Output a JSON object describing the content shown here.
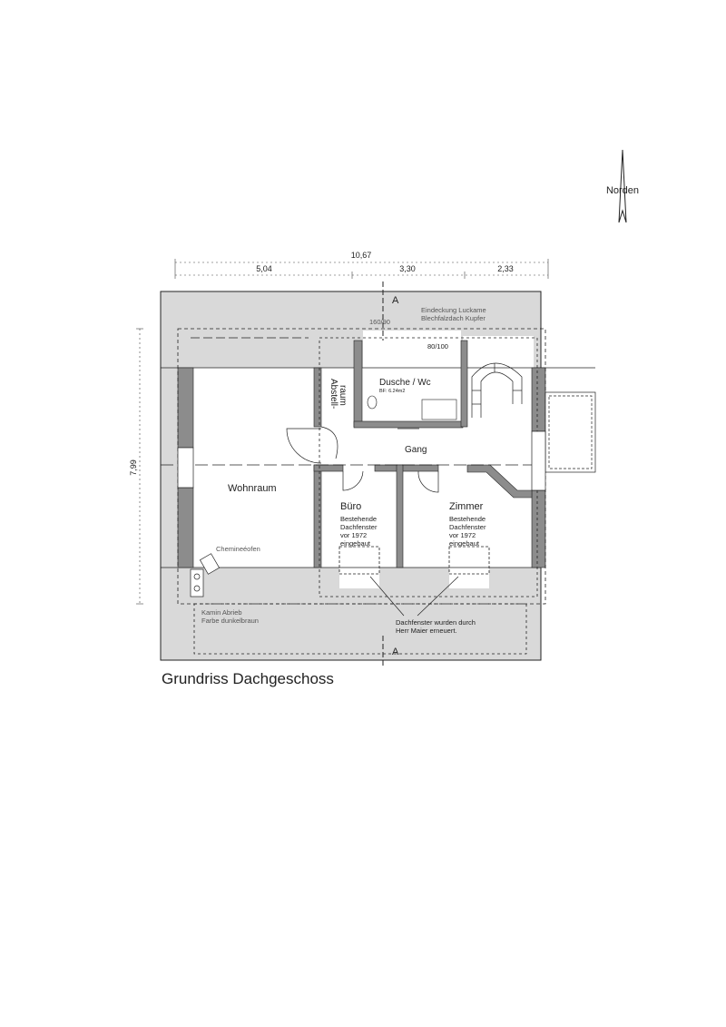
{
  "north_label": "Norden",
  "dimensions": {
    "total": "10,67",
    "seg1": "5,04",
    "seg2": "3,30",
    "seg3": "2,33",
    "depth": "7,99"
  },
  "section_marker": "A",
  "roof_note_1": "Eindeckung Luckame",
  "roof_note_2": "Blechfalzdach Kupfer",
  "window_size_1": "160/90",
  "window_size_2": "80/100",
  "rooms": {
    "storage_1": "Abstell-",
    "storage_2": "raum",
    "bath": "Dusche / Wc",
    "bath_area": "BF: 6.24m2",
    "hall": "Gang",
    "living": "Wohnraum",
    "office": "Büro",
    "bedroom": "Zimmer"
  },
  "window_note": [
    "Bestehende",
    "Dachfenster",
    "vor 1972",
    "eingebaut"
  ],
  "stove_label": "Chemineéofen",
  "chimney_note_1": "Kamin Abrieb",
  "chimney_note_2": "Farbe dunkelbraun",
  "renewal_note_1": "Dachfenster wurden durch",
  "renewal_note_2": "Herr Maier erneuert.",
  "caption": "Grundriss Dachgeschoss",
  "colors": {
    "roof": "#d9d9d9",
    "wall": "#8c8c8c",
    "line": "#222222"
  }
}
